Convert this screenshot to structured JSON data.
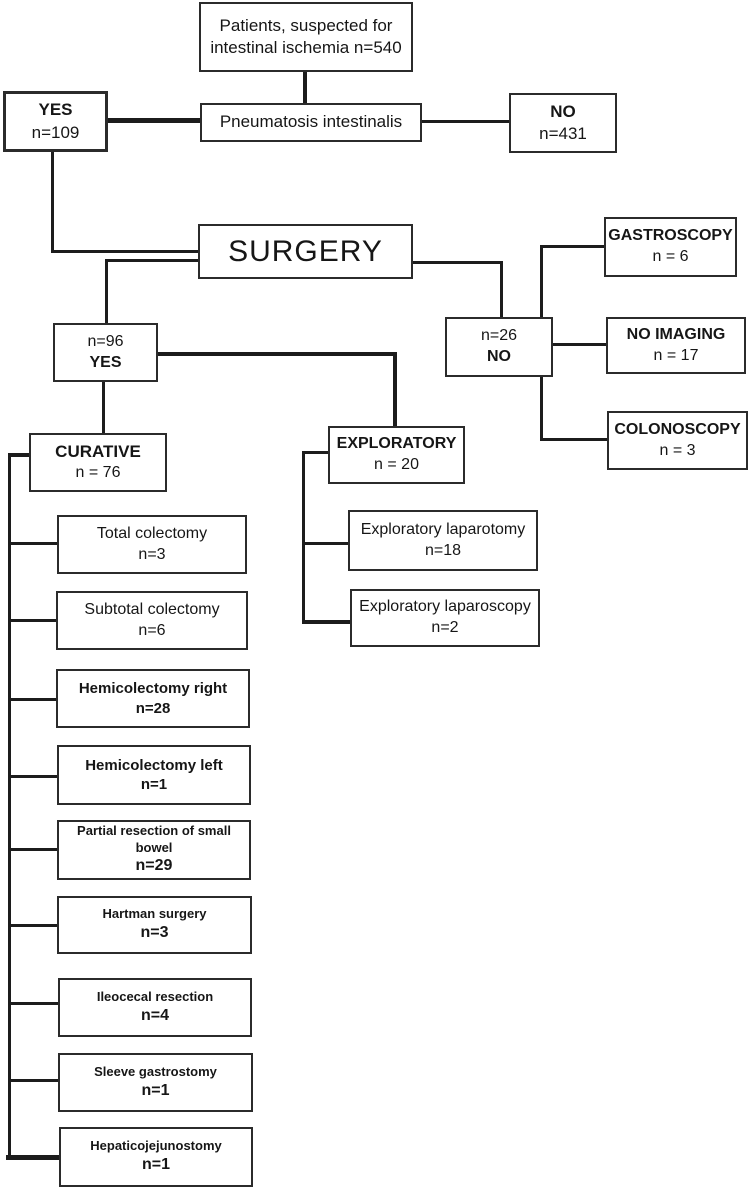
{
  "colors": {
    "line": "#1c1c1c",
    "text": "#161616",
    "background": "#ffffff"
  },
  "nodes": {
    "patients": {
      "line1": "Patients, suspected for",
      "line2": "intestinal ischemia n=540"
    },
    "pneumatosis": {
      "label": "Pneumatosis intestinalis"
    },
    "pi_yes": {
      "title": "YES",
      "count": "n=109"
    },
    "pi_no": {
      "title": "NO",
      "count": "n=431"
    },
    "surgery": {
      "label": "SURGERY"
    },
    "surgery_yes": {
      "count": "n=96",
      "title": "YES"
    },
    "surgery_no": {
      "count": "n=26",
      "title": "NO"
    },
    "gastroscopy": {
      "title": "GASTROSCOPY",
      "count": "n = 6"
    },
    "no_imaging": {
      "title": "NO IMAGING",
      "count": "n = 17"
    },
    "colonoscopy": {
      "title": "COLONOSCOPY",
      "count": "n = 3"
    },
    "curative": {
      "title": "CURATIVE",
      "count": "n = 76"
    },
    "exploratory": {
      "title": "EXPLORATORY",
      "count": "n = 20"
    }
  },
  "curative_procedures": [
    {
      "label": "Total colectomy",
      "count": "n=3"
    },
    {
      "label": "Subtotal colectomy",
      "count": "n=6"
    },
    {
      "label": "Hemicolectomy right",
      "count": "n=28"
    },
    {
      "label": "Hemicolectomy left",
      "count": "n=1"
    },
    {
      "label": "Partial resection of small bowel",
      "count": "n=29"
    },
    {
      "label": "Hartman surgery",
      "count": "n=3"
    },
    {
      "label": "Ileocecal resection",
      "count": "n=4"
    },
    {
      "label": "Sleeve gastrostomy",
      "count": "n=1"
    },
    {
      "label": "Hepaticojejunostomy",
      "count": "n=1"
    }
  ],
  "exploratory_procedures": [
    {
      "label": "Exploratory laparotomy",
      "count": "n=18"
    },
    {
      "label": "Exploratory laparoscopy",
      "count": "n=2"
    }
  ]
}
